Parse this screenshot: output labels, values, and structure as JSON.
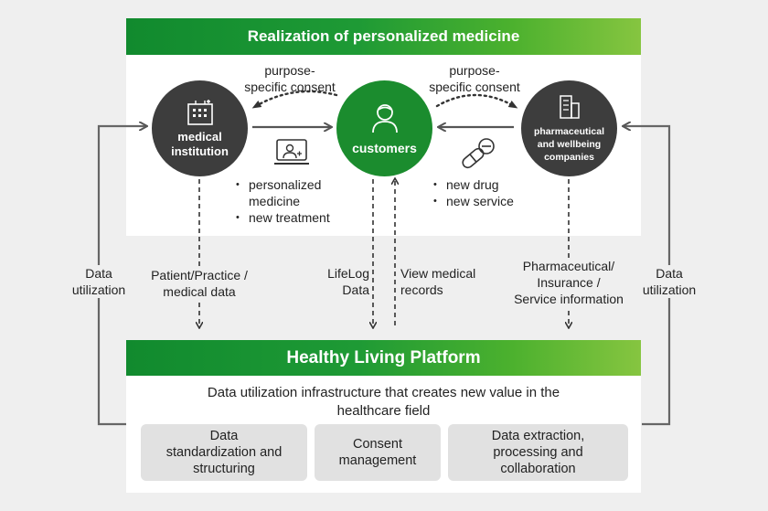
{
  "top_panel": {
    "title": "Realization of personalized medicine"
  },
  "nodes": {
    "medical": {
      "line1": "medical",
      "line2": "institution"
    },
    "customers": {
      "label": "customers"
    },
    "pharma": {
      "line1": "pharmaceutical",
      "line2": "and wellbeing",
      "line3": "companies"
    }
  },
  "consent_left": {
    "line1": "purpose-",
    "line2": "specific consent"
  },
  "consent_right": {
    "line1": "purpose-",
    "line2": "specific consent"
  },
  "medical_offer": {
    "items": [
      "personalized medicine",
      "new treatment"
    ]
  },
  "pharma_offer": {
    "items": [
      "new drug",
      "new service"
    ]
  },
  "flows": {
    "data_util_left": {
      "line1": "Data",
      "line2": "utilization"
    },
    "data_util_right": {
      "line1": "Data",
      "line2": "utilization"
    },
    "patient_data": {
      "line1": "Patient/Practice /",
      "line2": "medical data"
    },
    "lifelog": {
      "line1": "LifeLog",
      "line2": "Data"
    },
    "view_records": {
      "line1": "View medical",
      "line2": "records"
    },
    "pharma_info": {
      "line1": "Pharmaceutical/",
      "line2": "Insurance /",
      "line3": "Service information"
    }
  },
  "platform": {
    "title": "Healthy Living Platform",
    "desc_line1": "Data utilization infrastructure that creates new value in the",
    "desc_line2": "healthcare field",
    "boxes": [
      {
        "line1": "Data",
        "line2": "standardization and",
        "line3": "structuring"
      },
      {
        "line1": "Consent",
        "line2": "management"
      },
      {
        "line1": "Data extraction,",
        "line2": "processing and",
        "line3": "collaboration"
      }
    ]
  },
  "colors": {
    "green": "#1b8c2e",
    "dark": "#3d3d3d",
    "gray_box": "#e1e1e1",
    "arrow": "#555555"
  }
}
